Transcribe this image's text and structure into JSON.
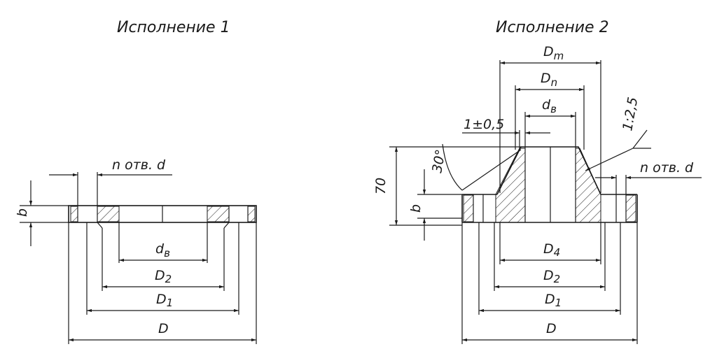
{
  "titles": {
    "left": "Исполнение 1",
    "right": "Исполнение 2"
  },
  "left": {
    "holes_label": "n отв. d",
    "b": "b",
    "d_bore": "d",
    "d_bore_sub": "в",
    "D2": "D",
    "D2_sub": "2",
    "D1": "D",
    "D1_sub": "1",
    "D": "D"
  },
  "right": {
    "Dm": "D",
    "Dm_sub": "m",
    "Dn": "D",
    "Dn_sub": "n",
    "d_bore": "d",
    "d_bore_sub": "в",
    "tol": "1±0,5",
    "taper": "1:2,5",
    "angle": "30°",
    "height": "70",
    "b": "b",
    "holes_label": "n отв. d",
    "D4": "D",
    "D4_sub": "4",
    "D2": "D",
    "D2_sub": "2",
    "D1": "D",
    "D1_sub": "1",
    "D": "D"
  }
}
